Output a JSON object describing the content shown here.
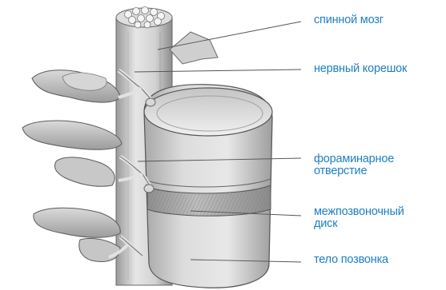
{
  "labels": {
    "spinal_cord": "спинной мозг",
    "nerve_root": "нервный корешок",
    "foramen": "фораминарное\nотверстие",
    "disc": "межпозвоночный\nдиск",
    "vertebral_body": "тело позвонка"
  },
  "colors": {
    "label_text": "#1b7fc4",
    "leader_line": "#555555",
    "bone_light": "#e9e9e9",
    "bone_mid": "#c9c9c9",
    "bone_dark": "#8f8f8f",
    "outline": "#5a5a5a"
  }
}
